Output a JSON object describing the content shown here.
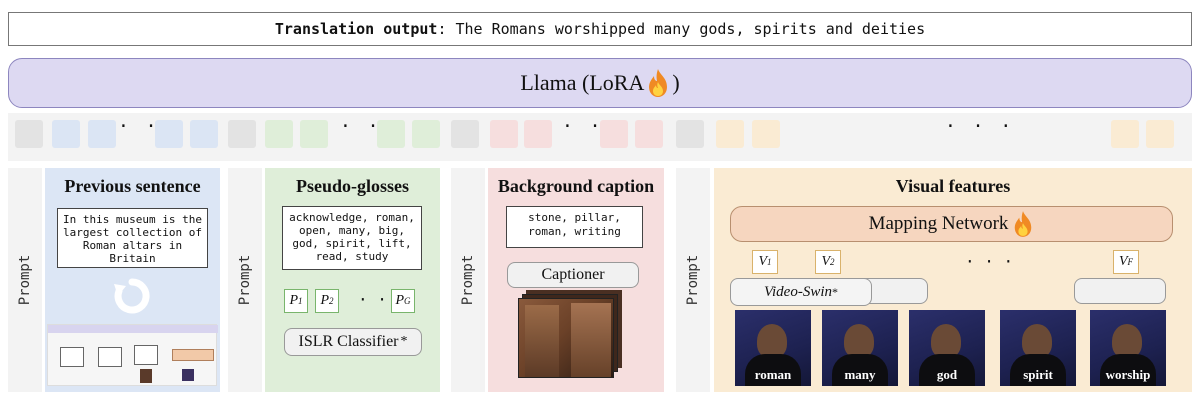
{
  "translation": {
    "label": "Translation output",
    "separator": ":",
    "text": "The Romans worshipped many gods, spirits and deities"
  },
  "llm": {
    "name": "Llama (LoRA",
    "close": ")",
    "icon": "fire-icon"
  },
  "prompt_label": "Prompt",
  "ellipsis": "· · ·",
  "colors": {
    "prompt": "#e0e0e0",
    "previous": "#dce6f5",
    "glosses": "#dfeed9",
    "caption": "#f6dede",
    "visual": "#faebd3"
  },
  "previous": {
    "title": "Previous sentence",
    "text": "In this museum is the largest collection of Roman altars in Britain",
    "icon": "refresh-arrow-icon"
  },
  "glosses": {
    "title": "Pseudo-glosses",
    "text": "acknowledge, roman, open, many, big, god, spirit, lift, read, study",
    "p1": "P",
    "p1_sub": "1",
    "p2": "P",
    "p2_sub": "2",
    "pg": "P",
    "pg_sub": "G",
    "classifier": "ISLR Classifier",
    "classifier_star": "*"
  },
  "caption": {
    "title": "Background caption",
    "text": "stone, pillar, roman, writing",
    "captioner": "Captioner"
  },
  "visual": {
    "title": "Visual features",
    "mapping": "Mapping Network",
    "v1": "V",
    "v1_sub": "1",
    "v2": "V",
    "v2_sub": "2",
    "vf": "V",
    "vf_sub": "F",
    "encoder": "Video-Swin",
    "encoder_star": "*",
    "frames": [
      "roman",
      "many",
      "god",
      "spirit",
      "worship"
    ]
  }
}
